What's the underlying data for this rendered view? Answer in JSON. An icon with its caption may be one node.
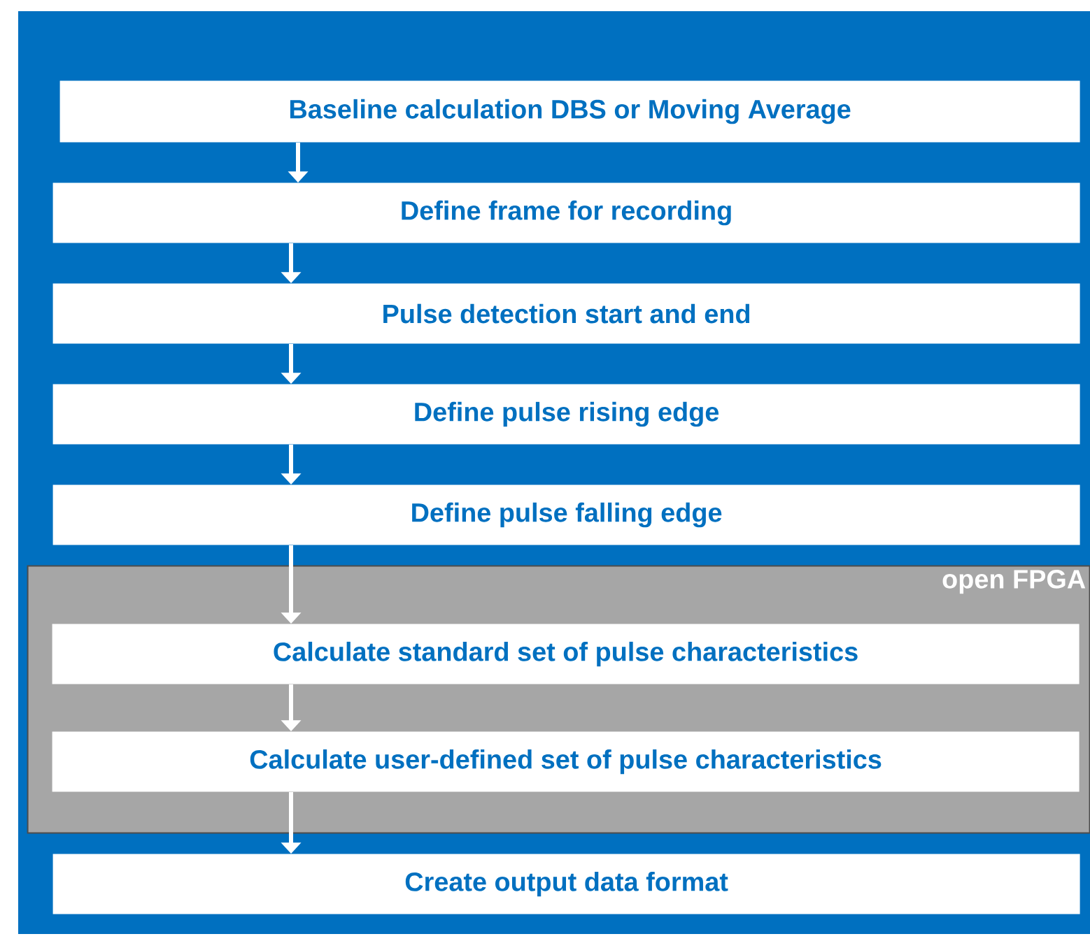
{
  "diagram": {
    "nodes": [
      {
        "text": [],
        "shape": "box"
      },
      {
        "text": [
          "Baseline calculation DBS or Moving Average"
        ],
        "in": 0
      },
      {
        "text": [
          "Define frame for recording"
        ],
        "in": 0
      },
      {
        "text": [
          "Pulse detection start and end"
        ],
        "in": 0
      },
      {
        "text": [
          "Define pulse rising edge"
        ],
        "in": 0
      },
      {
        "text": [
          "Define pulse falling edge"
        ],
        "in": 0
      },
      {
        "text": [
          "open FPGA"
        ],
        "in": 0
      },
      {
        "text": [
          "Calculate standard set of pulse characteristics"
        ],
        "in": 6
      },
      {
        "text": [
          "Calculate user-defined set of pulse characteristics"
        ],
        "in": 6
      },
      {
        "text": [
          "Create output data format"
        ],
        "in": 0
      }
    ],
    "edges": [
      {
        "from": 1,
        "to": 2,
        "arrow": "to"
      },
      {
        "from": 2,
        "to": 3,
        "arrow": "to"
      },
      {
        "from": 3,
        "to": 4,
        "arrow": "to"
      },
      {
        "from": 4,
        "to": 5,
        "arrow": "to"
      },
      {
        "from": 5,
        "to": 7,
        "arrow": "to"
      },
      {
        "from": 7,
        "to": 8,
        "arrow": "to"
      },
      {
        "from": 8,
        "to": 9,
        "arrow": "to"
      }
    ]
  }
}
